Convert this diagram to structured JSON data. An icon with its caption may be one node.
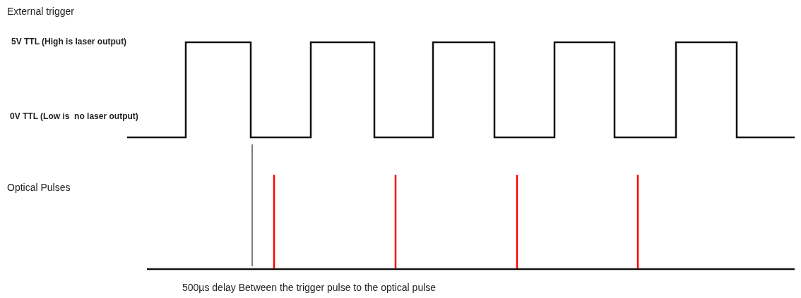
{
  "diagram": {
    "labels": [
      "External trigger",
      "5V TTL (High is laser output)",
      "0V TTL (Low is  no laser output)",
      "Optical Pulses",
      "500µs delay Between the trigger pulse to the optical pulse"
    ]
  }
}
